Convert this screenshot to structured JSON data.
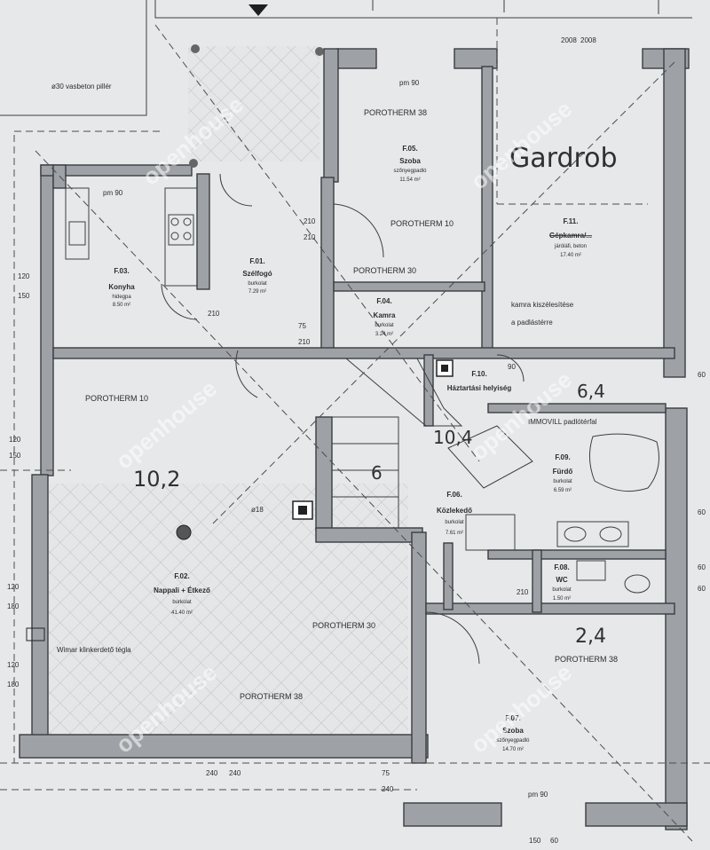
{
  "rooms": {
    "konyha": {
      "code": "F.03.",
      "name": "Konyha",
      "floor": "hidegpa",
      "area": "8.50 m²"
    },
    "szelfogo": {
      "code": "F.01.",
      "name": "Szélfogó",
      "floor": "burkolat",
      "area": "7.29 m²"
    },
    "szoba1": {
      "code": "F.05.",
      "name": "Szoba",
      "floor": "szőnyegpadló",
      "area": "11.54 m²"
    },
    "gardrob": {
      "code": "F.11.",
      "name": "Gépkamra/...",
      "floor": "járóláfi, beton",
      "area": "17.40 m²"
    },
    "kamra": {
      "code": "F.04.",
      "name": "Kamra",
      "floor": "burkolat",
      "area": "3.24 m²"
    },
    "hazt": {
      "code": "F.10.",
      "name": "Háztartási helyiség"
    },
    "furdo": {
      "code": "F.09.",
      "name": "Fürdő",
      "floor": "burkolat",
      "area": "6.59 m²"
    },
    "kozlekedo": {
      "code": "F.06.",
      "name": "Közlekedő",
      "floor": "burkolat",
      "area": "7.61 m²"
    },
    "wc": {
      "code": "F.08.",
      "name": "WC",
      "floor": "burkolat",
      "area": "1.50 m²"
    },
    "nappali": {
      "code": "F.02.",
      "name": "Nappali + Étkező",
      "floor": "burkolat",
      "area": "41.40 m²"
    },
    "szoba2": {
      "code": "F.07.",
      "name": "Szoba",
      "floor": "szőnyegpadló",
      "area": "14.70 m²"
    }
  },
  "wall_notes": {
    "p38_top": "POROTHERM 38",
    "p10_szoba": "POROTHERM 10",
    "p30_kamra": "POROTHERM 30",
    "p10_left": "POROTHERM 10",
    "p30_mid": "POROTHERM 30",
    "p38_right": "POROTHERM 38",
    "p38_bottom": "POROTHERM 38",
    "pillar": "ø30 vasbeton pillér",
    "chimney": "ø18",
    "klinker": "Wimar klinkerdető tégla",
    "podest": "IMMOVILL padlótérfal",
    "kamra_note_1": "kamra kiszélesítése",
    "kamra_note_2": "a padlástérre"
  },
  "dims": {
    "a": "pm 90",
    "b": "pm 90",
    "c": "pm 90",
    "d": "120",
    "e": "150",
    "f": "120",
    "g": "150",
    "h": "120",
    "i": "180",
    "j": "120",
    "k": "180",
    "l": "210",
    "m": "210",
    "n": "210",
    "o": "75",
    "p": "210",
    "q": "90",
    "r": "210",
    "s": "60",
    "t": "60",
    "u": "60",
    "v": "60",
    "w": "240",
    "x": "240",
    "y": "75",
    "z": "240",
    "aa": "2008",
    "ab": "2008",
    "ac": "150",
    "ad": "60"
  },
  "handwritten": {
    "gardrob": "Gardrob",
    "n1": "6,4",
    "n2": "10,4",
    "n3": "6",
    "n4": "2,4",
    "n5": "10,2"
  },
  "watermark": "openhouse"
}
